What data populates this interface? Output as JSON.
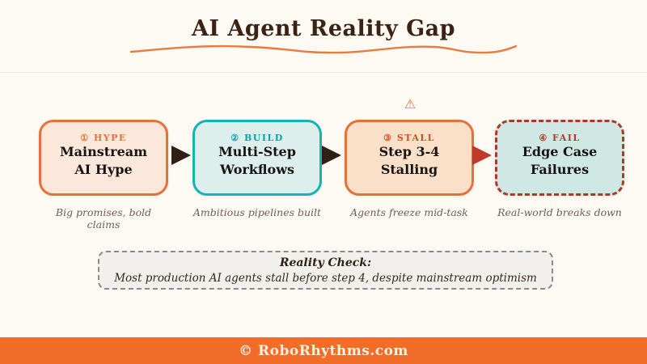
{
  "header": {
    "title": "AI Agent Reality Gap"
  },
  "flow": {
    "warning_icon": "⚠",
    "steps": [
      {
        "badge": "① HYPE",
        "title_line1": "Mainstream",
        "title_line2": "AI Hype",
        "caption": "Big promises, bold claims",
        "fill_color": "#fce8db",
        "border_color": "#e4713a",
        "border_style": "solid",
        "badge_color": "#e4713a"
      },
      {
        "badge": "② BUILD",
        "title_line1": "Multi-Step",
        "title_line2": "Workflows",
        "caption": "Ambitious pipelines built",
        "fill_color": "#dcefec",
        "border_color": "#16b3b3",
        "border_style": "solid",
        "badge_color": "#0f9faa"
      },
      {
        "badge": "③ STALL",
        "title_line1": "Step 3-4",
        "title_line2": "Stalling",
        "caption": "Agents freeze mid-task",
        "fill_color": "#fadfc9",
        "border_color": "#e4713a",
        "border_style": "solid",
        "badge_color": "#d4501e"
      },
      {
        "badge": "④ FAIL",
        "title_line1": "Edge Case",
        "title_line2": "Failures",
        "caption": "Real-world breaks down",
        "fill_color": "#cfe8e3",
        "border_color": "#a93a28",
        "border_style": "dashed",
        "badge_color": "#b03a2e"
      }
    ],
    "arrows": [
      {
        "color": "#2e2014"
      },
      {
        "color": "#2e2014"
      },
      {
        "color": "#c0392b"
      }
    ]
  },
  "reality_check": {
    "title": "Reality Check:",
    "body": "Most production AI agents stall before step 4, despite mainstream optimism"
  },
  "footer": {
    "text": "© RoboRhythms.com"
  },
  "colors": {
    "background": "#fdf9f3",
    "title_text": "#3a2314",
    "wave_stroke": "#e87b3e",
    "warning": "#e4713a",
    "footer_bg": "#f26d2a",
    "footer_text": "#fbeedd"
  }
}
